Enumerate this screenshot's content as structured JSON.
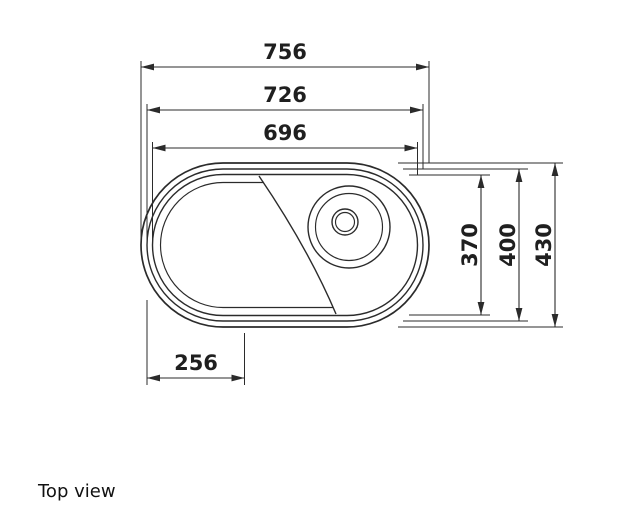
{
  "drawing": {
    "caption": "Top view",
    "dims_top": [
      {
        "label": "756"
      },
      {
        "label": "726"
      },
      {
        "label": "696"
      }
    ],
    "dims_right": [
      {
        "label": "370"
      },
      {
        "label": "400"
      },
      {
        "label": "430"
      }
    ],
    "dims_bottom": [
      {
        "label": "256"
      }
    ]
  },
  "colors": {
    "line": "#2b2b2b",
    "background": "#ffffff",
    "text": "#1f1f1f"
  }
}
